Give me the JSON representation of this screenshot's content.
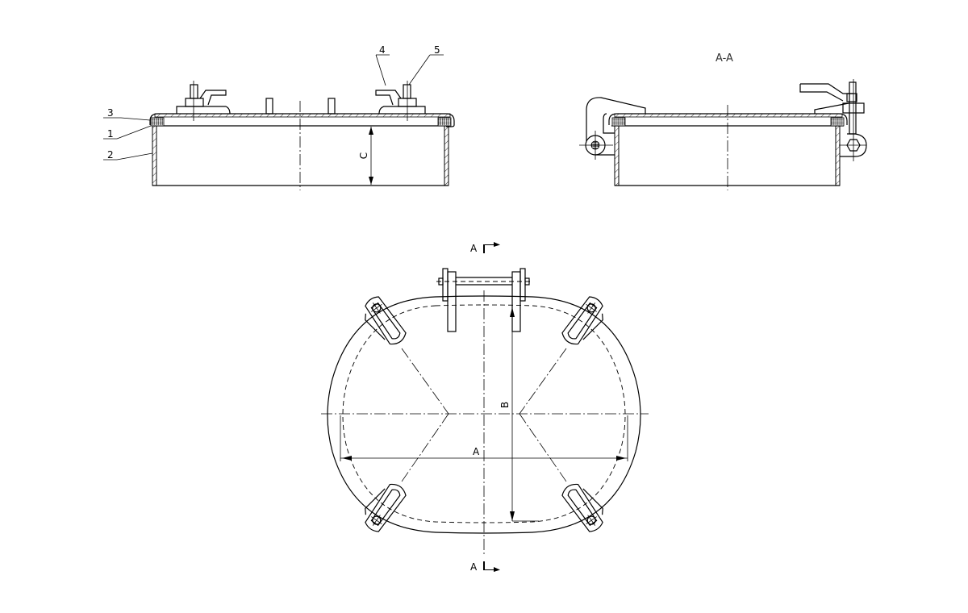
{
  "drawing": {
    "type": "engineering drawing",
    "subject": "manhole cover with swing bolts",
    "views": {
      "front_section": {
        "part_labels": [
          "1",
          "2",
          "3",
          "4",
          "5"
        ],
        "dimension_label": "C"
      },
      "section_view": {
        "title": "A-A"
      },
      "top_view": {
        "section_marker_top": "A",
        "section_marker_bottom": "A",
        "dimension_width": "A",
        "dimension_height": "B"
      }
    }
  },
  "colors": {
    "line": "#000000",
    "background": "#ffffff"
  }
}
